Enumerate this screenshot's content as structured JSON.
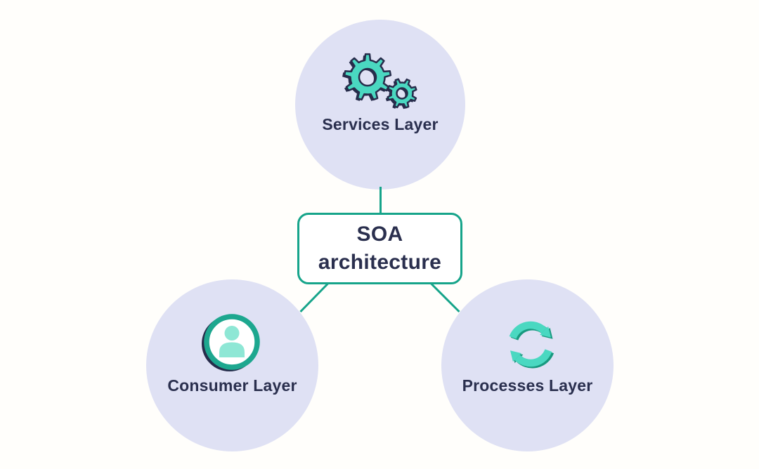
{
  "diagram": {
    "type": "radial-concept-diagram",
    "center": {
      "title": "SOA architecture",
      "title_lines": [
        "SOA",
        "architecture"
      ]
    },
    "nodes": [
      {
        "label": "Services Layer",
        "icon": "gears-icon",
        "position": "top"
      },
      {
        "label": "Consumer Layer",
        "icon": "user-icon",
        "position": "bottom-left"
      },
      {
        "label": "Processes Layer",
        "icon": "refresh-icon",
        "position": "bottom-right"
      }
    ],
    "colors": {
      "background": "#fffefb",
      "node_fill": "#dfe1f4",
      "connector_teal": "#16a48a",
      "icon_teal": "#4ad8c1",
      "icon_teal_dark": "#18997f",
      "icon_teal_light": "#8ee7d5",
      "ring_teal": "#1da78f",
      "outline_navy": "#272c4b",
      "text_navy": "#2a2f4e",
      "box_fill": "#ffffff"
    }
  }
}
